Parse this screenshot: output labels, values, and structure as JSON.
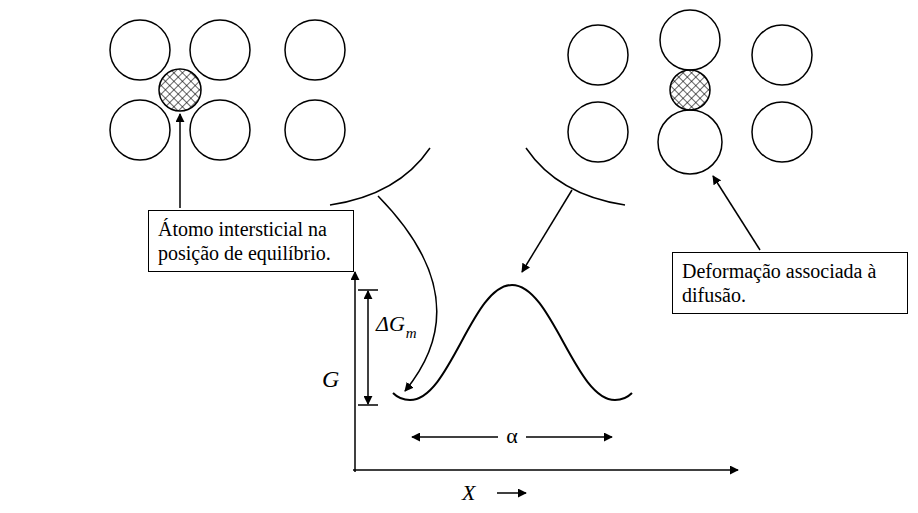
{
  "diagram": {
    "nodes": [
      {
        "text": [
          "Átomo intersticial na posição de equilíbrio."
        ]
      },
      {
        "text": [
          "Deformação associada à difusão."
        ]
      }
    ],
    "labels": [
      "G",
      "ΔG",
      "m",
      "α",
      "X"
    ]
  }
}
